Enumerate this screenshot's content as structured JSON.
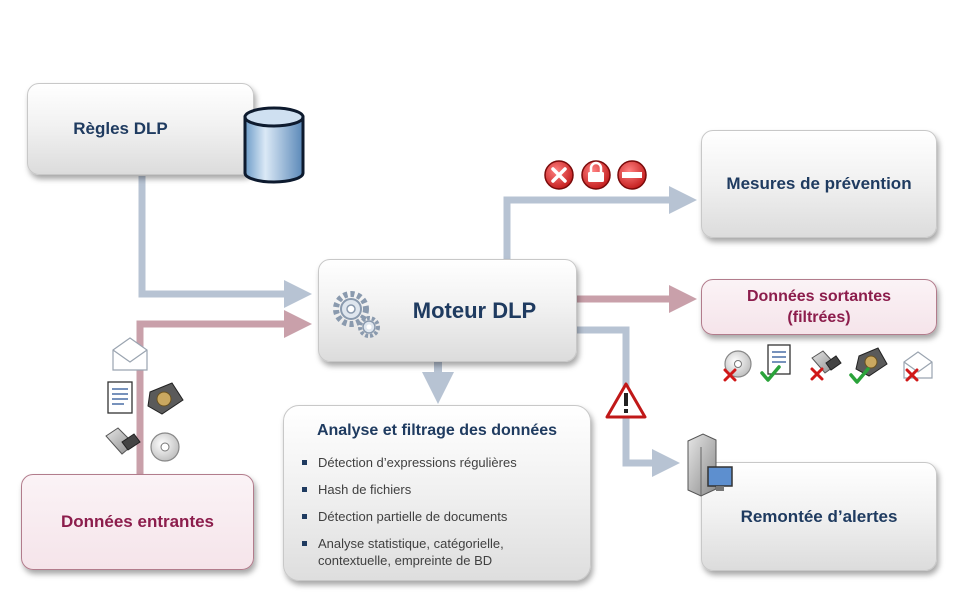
{
  "nodes": {
    "rules": "Règles DLP",
    "engine": "Moteur DLP",
    "incoming": "Données entrantes",
    "prevention": "Mesures de prévention",
    "outgoing_line1": "Données sortantes",
    "outgoing_line2": "(filtrées)",
    "alerts": "Remontée d’alertes"
  },
  "analysis": {
    "title": "Analyse et filtrage des données",
    "items": [
      "Détection d’expressions régulières",
      "Hash de fichiers",
      "Détection partielle de documents",
      "Analyse statistique, catégorielle,",
      "contextuelle, empreinte de BD"
    ]
  },
  "colors": {
    "grey_arrow": "#b7c3d3",
    "pink_arrow": "#c9a0aa",
    "title_blue": "#1f3b60",
    "title_pink": "#8c1d4c"
  },
  "icons": [
    "database-icon",
    "gears-icon",
    "deny-icon",
    "lock-icon",
    "block-icon",
    "warning-icon",
    "server-icon",
    "envelope-icon",
    "document-icon",
    "harddisk-icon",
    "usb-icon",
    "cd-icon"
  ]
}
